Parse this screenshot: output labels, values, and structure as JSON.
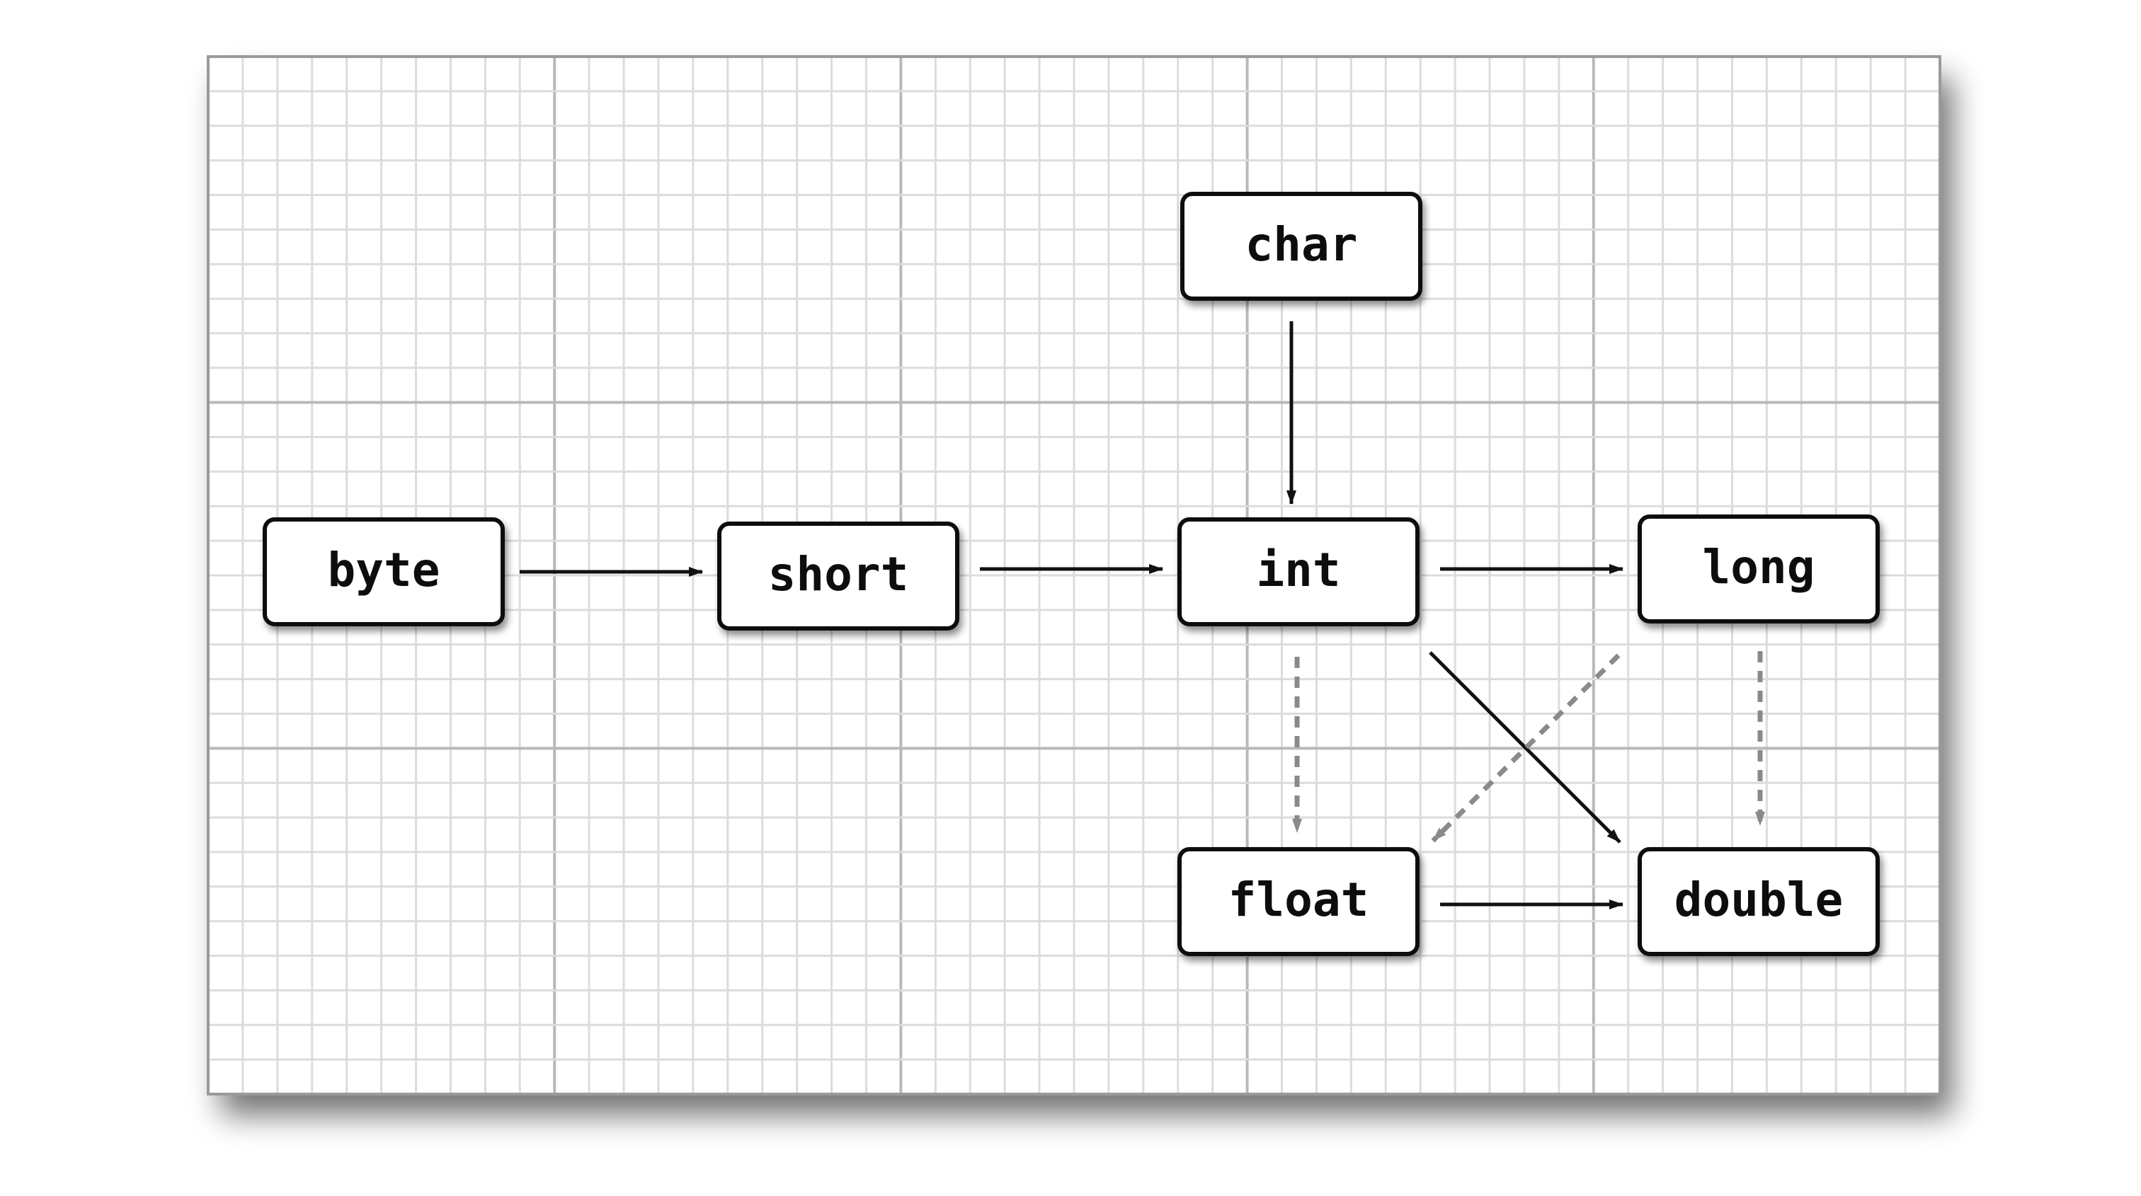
{
  "diagram": {
    "nodes": [
      {
        "id": "byte",
        "label": "byte"
      },
      {
        "id": "short",
        "label": "short"
      },
      {
        "id": "char",
        "label": "char"
      },
      {
        "id": "int",
        "label": "int"
      },
      {
        "id": "long",
        "label": "long"
      },
      {
        "id": "float",
        "label": "float"
      },
      {
        "id": "double",
        "label": "double"
      }
    ],
    "edges": [
      {
        "from": "byte",
        "to": "short",
        "style": "solid"
      },
      {
        "from": "short",
        "to": "int",
        "style": "solid"
      },
      {
        "from": "char",
        "to": "int",
        "style": "solid"
      },
      {
        "from": "int",
        "to": "long",
        "style": "solid"
      },
      {
        "from": "int",
        "to": "double",
        "style": "solid"
      },
      {
        "from": "float",
        "to": "double",
        "style": "solid"
      },
      {
        "from": "int",
        "to": "float",
        "style": "dashed"
      },
      {
        "from": "long",
        "to": "float",
        "style": "dashed"
      },
      {
        "from": "long",
        "to": "double",
        "style": "dashed"
      }
    ]
  },
  "colors": {
    "solid_edge": "#111111",
    "dashed_edge": "#8a8a8a",
    "grid_minor": "#dcdcdc",
    "grid_major": "#b9b9b9",
    "node_fill": "#ffffff",
    "node_stroke": "#111111"
  }
}
